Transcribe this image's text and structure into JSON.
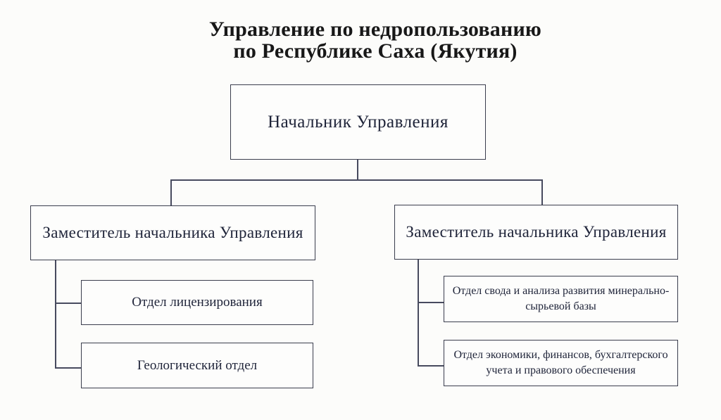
{
  "title": {
    "line1": "Управление по недропользованию",
    "line2": "по Республике Саха (Якутия)"
  },
  "org": {
    "chief": {
      "label": "Начальник Управления"
    },
    "deputies": [
      {
        "label": "Заместитель начальника Управления",
        "departments": [
          {
            "label": "Отдел лицензирования"
          },
          {
            "label": "Геологический отдел"
          }
        ]
      },
      {
        "label": "Заместитель начальника Управления",
        "departments": [
          {
            "label": "Отдел свода и анализа развития минерально-сырьевой базы"
          },
          {
            "label": "Отдел экономики, финансов, бухгалтерского учета и правового обеспечения"
          }
        ]
      }
    ]
  },
  "colors": {
    "background": "#fcfcfa",
    "box_border": "#3a3d4d",
    "connector_line": "#474a5e",
    "box_text": "#20253a",
    "title_text": "#181818"
  }
}
